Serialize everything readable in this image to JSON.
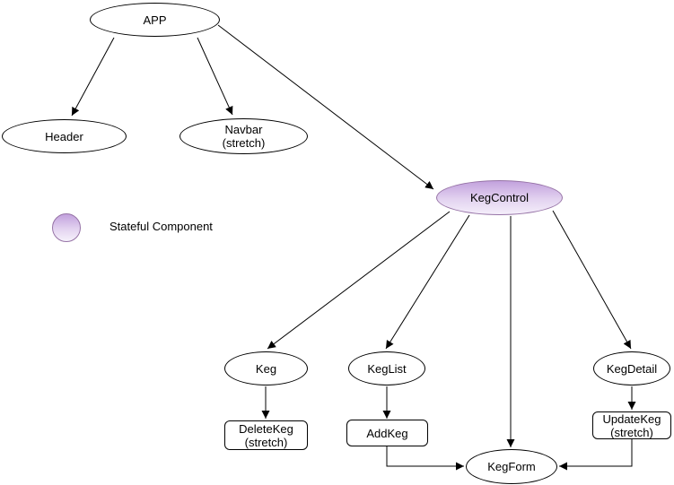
{
  "diagram": {
    "type": "component-hierarchy",
    "background": "#ffffff",
    "colors": {
      "node_border": "#000000",
      "edge": "#000000",
      "text": "#000000",
      "stateful_border": "#9673a6",
      "stateful_gradient_top": "#c2a1dd",
      "stateful_gradient_bottom": "#f4eefa"
    },
    "legend": {
      "label": "Stateful Component"
    },
    "nodes": {
      "app": {
        "label": "APP",
        "shape": "ellipse",
        "stateful": false
      },
      "header": {
        "label": "Header",
        "shape": "ellipse",
        "stateful": false
      },
      "navbar": {
        "label": "Navbar",
        "sublabel": "(stretch)",
        "shape": "ellipse",
        "stateful": false
      },
      "kegcontrol": {
        "label": "KegControl",
        "shape": "ellipse",
        "stateful": true
      },
      "keg": {
        "label": "Keg",
        "shape": "ellipse",
        "stateful": false
      },
      "keglist": {
        "label": "KegList",
        "shape": "ellipse",
        "stateful": false
      },
      "kegdetail": {
        "label": "KegDetail",
        "shape": "ellipse",
        "stateful": false
      },
      "deletekeg": {
        "label": "DeleteKeg",
        "sublabel": "(stretch)",
        "shape": "rect",
        "stateful": false
      },
      "addkeg": {
        "label": "AddKeg",
        "shape": "rect",
        "stateful": false
      },
      "updatekeg": {
        "label": "UpdateKeg",
        "sublabel": "(stretch)",
        "shape": "rect",
        "stateful": false
      },
      "kegform": {
        "label": "KegForm",
        "shape": "ellipse",
        "stateful": false
      }
    },
    "edges": [
      {
        "from": "app",
        "to": "header"
      },
      {
        "from": "app",
        "to": "navbar"
      },
      {
        "from": "app",
        "to": "kegcontrol"
      },
      {
        "from": "kegcontrol",
        "to": "keg"
      },
      {
        "from": "kegcontrol",
        "to": "keglist"
      },
      {
        "from": "kegcontrol",
        "to": "kegform"
      },
      {
        "from": "kegcontrol",
        "to": "kegdetail"
      },
      {
        "from": "keg",
        "to": "deletekeg"
      },
      {
        "from": "keglist",
        "to": "addkeg"
      },
      {
        "from": "kegdetail",
        "to": "updatekeg"
      },
      {
        "from": "addkeg",
        "to": "kegform"
      },
      {
        "from": "updatekeg",
        "to": "kegform"
      }
    ]
  }
}
